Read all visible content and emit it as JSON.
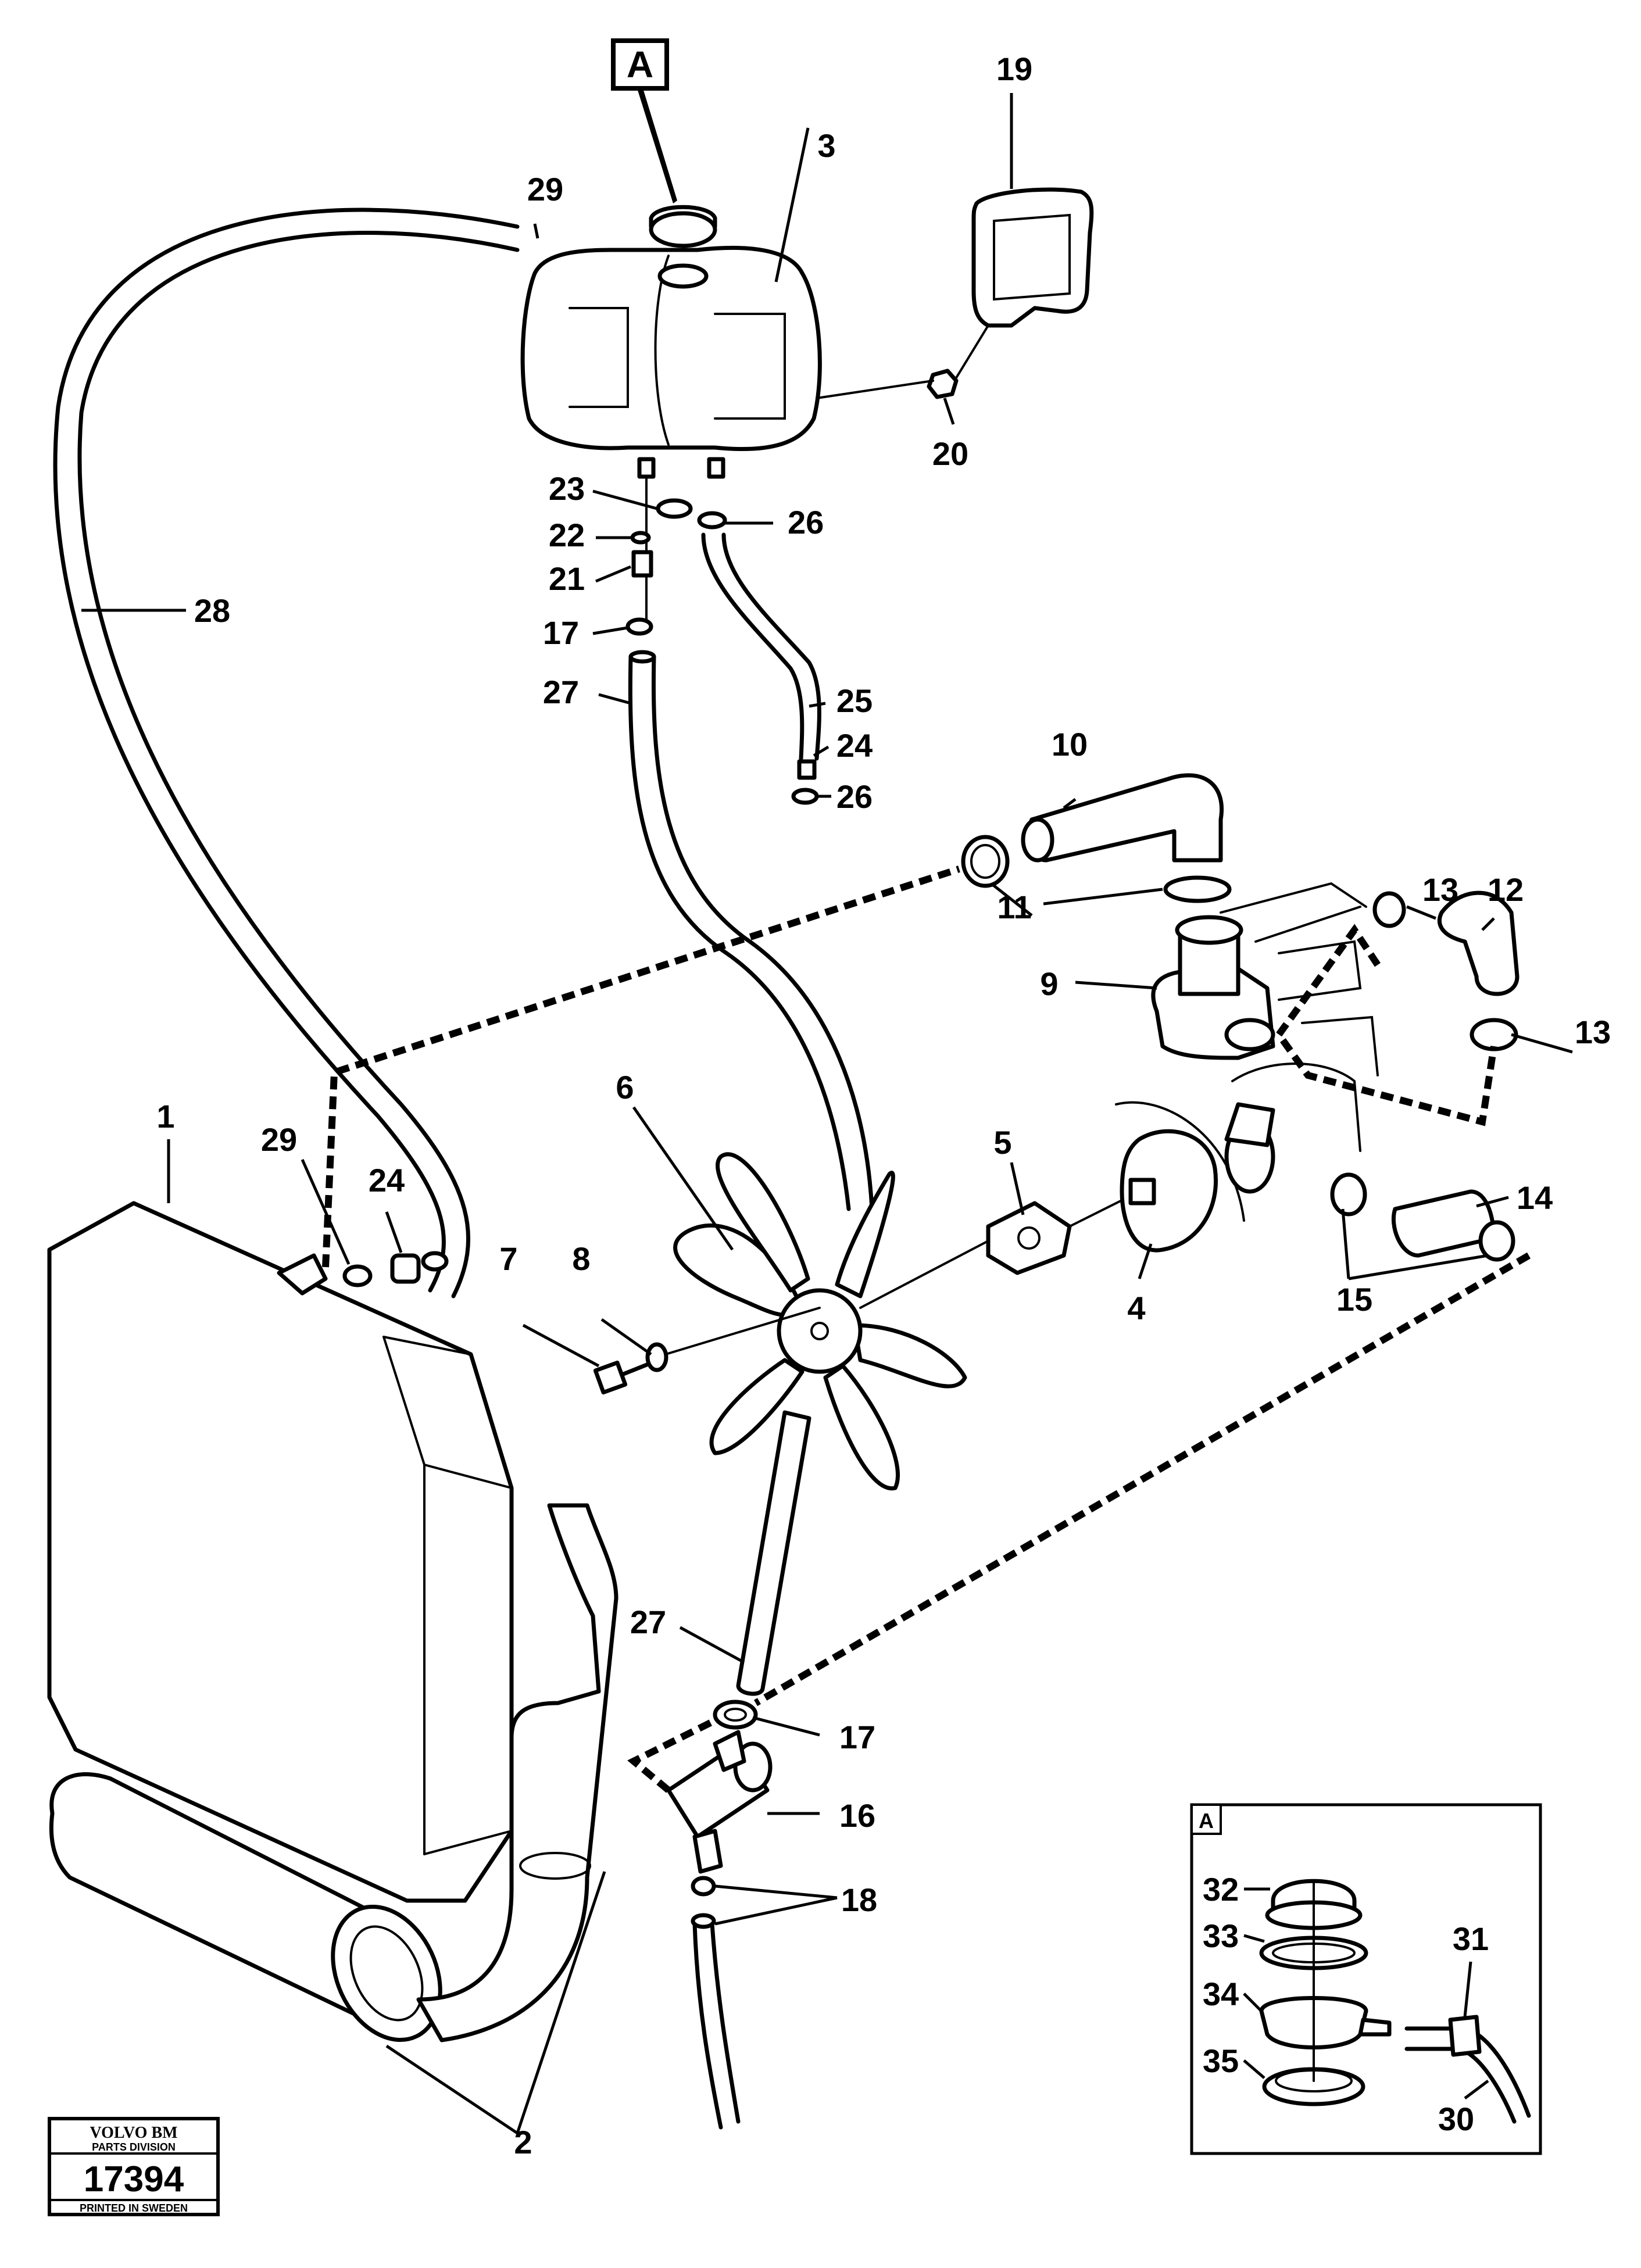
{
  "callouts": {
    "c1": "1",
    "c2": "2",
    "c3": "3",
    "c4": "4",
    "c5": "5",
    "c6": "6",
    "c7": "7",
    "c8": "8",
    "c9": "9",
    "c10": "10",
    "c11": "11",
    "c12": "12",
    "c13a": "13",
    "c13b": "13",
    "c14": "14",
    "c15": "15",
    "c16": "16",
    "c17a": "17",
    "c17b": "17",
    "c18": "18",
    "c19": "19",
    "c20": "20",
    "c21": "21",
    "c22": "22",
    "c23": "23",
    "c24a": "24",
    "c24b": "24",
    "c25": "25",
    "c26a": "26",
    "c26b": "26",
    "c27a": "27",
    "c27b": "27",
    "c28": "28",
    "c29a": "29",
    "c29b": "29",
    "c30": "30",
    "c31": "31",
    "c32": "32",
    "c33": "33",
    "c34": "34",
    "c35": "35"
  },
  "view_marker": "A",
  "inset": {
    "label": "A"
  },
  "stamp": {
    "brand": "VOLVO BM",
    "division": "PARTS DIVISION",
    "number": "17394",
    "printed": "PRINTED IN SWEDEN"
  }
}
